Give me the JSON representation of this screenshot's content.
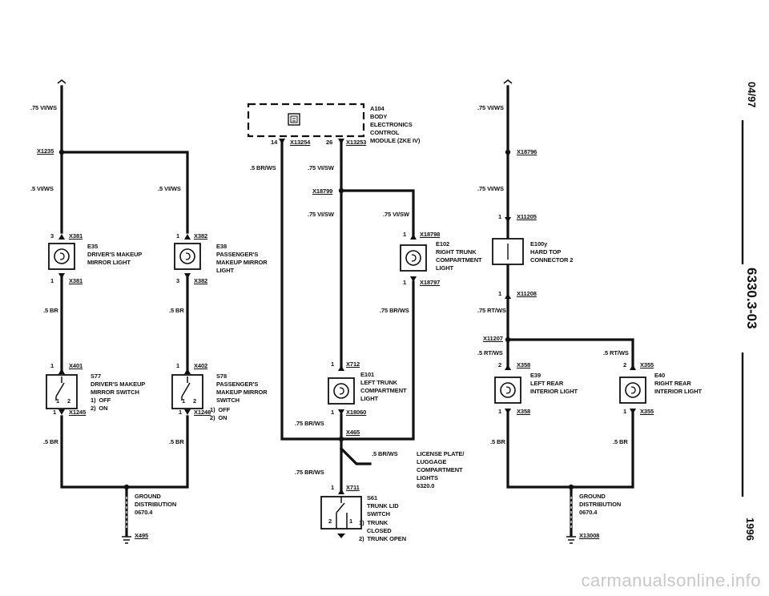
{
  "side": {
    "date": "04/97",
    "page": "6330.3-03",
    "year": "1996"
  },
  "watermark": "carmanualsonline.info",
  "zke": {
    "id": "A104",
    "name": "BODY\nELECTRONICS\nCONTROL\nMODULE (ZKE IV)",
    "pin14": "14",
    "conn14": "X13254",
    "pin26": "26",
    "conn26": "X13253",
    "wire14": ".5 BR/WS",
    "wire26": ".75 VI/SW"
  },
  "left": {
    "w1": ".75 VI/WS",
    "splice": "X1235",
    "w2a": ".5 VI/WS",
    "w2b": ".5 VI/WS",
    "e35": {
      "pin_top": "3",
      "conn_top": "X381",
      "id": "E35",
      "name": "DRIVER'S MAKEUP\nMIRROR LIGHT",
      "pin_bot": "1",
      "conn_bot": "X381"
    },
    "e38": {
      "pin_top": "1",
      "conn_top": "X382",
      "id": "E38",
      "name": "PASSENGER'S\nMAKEUP MIRROR\nLIGHT",
      "pin_bot": "3",
      "conn_bot": "X382"
    },
    "w3a": ".5 BR",
    "w3b": ".5 BR",
    "s77": {
      "pin_top": "1",
      "conn_top": "X401",
      "id": "S77",
      "name": "DRIVER'S MAKEUP\nMIRROR SWITCH",
      "states": "1)  OFF\n2)  ON",
      "p1": "1",
      "p2": "2",
      "pin_bot": "1",
      "conn_bot": "X1245"
    },
    "s78": {
      "pin_top": "1",
      "conn_top": "X402",
      "id": "S78",
      "name": "PASSENGER'S\nMAKEUP MIRROR\nSWITCH",
      "states": "1)  OFF\n2)  ON",
      "p1": "1",
      "p2": "2",
      "pin_bot": "1",
      "conn_bot": "X1246"
    },
    "w4a": ".5 BR",
    "w4b": ".5 BR",
    "ground": "GROUND\nDISTRIBUTION\n0670.4",
    "ground_conn": "X495"
  },
  "mid": {
    "splice": "X18799",
    "w1": ".75 VI/SW",
    "w2": ".75 VI/SW",
    "e102": {
      "pin_top": "1",
      "conn_top": "X18798",
      "id": "E102",
      "name": "RIGHT TRUNK\nCOMPARTMENT\nLIGHT",
      "pin_bot": "1",
      "conn_bot": "X18797"
    },
    "w3": ".75 BR/WS",
    "e101": {
      "pin_top": "1",
      "conn_top": "X712",
      "id": "E101",
      "name": "LEFT TRUNK\nCOMPARTMENT\nLIGHT",
      "pin_bot": "1",
      "conn_bot": "X18060"
    },
    "w4": ".75 BR/WS",
    "splice2": "X465",
    "w5": ".5 BR/WS",
    "lic": "LICENSE PLATE/\nLUGGAGE\nCOMPARTMENT\nLIGHTS\n6320.0",
    "w6": ".75 BR/WS",
    "s61": {
      "pin_top": "1",
      "conn_top": "X711",
      "id": "S61",
      "name": "TRUNK LID\nSWITCH",
      "states": "1)  TRUNK\n     CLOSED\n2)  TRUNK OPEN",
      "p1": "2",
      "p2": "1"
    }
  },
  "right": {
    "w1": ".75 VI/WS",
    "conn1": "X18796",
    "w2": ".75 VI/WS",
    "e100": {
      "pin_top": "1",
      "conn_top": "X11205",
      "id": "E100y",
      "name": "HARD TOP\nCONNECTOR 2",
      "pin_bot": "1",
      "conn_bot": "X11208"
    },
    "w3": ".75 RT/WS",
    "splice": "X11207",
    "w4a": ".5 RT/WS",
    "w4b": ".5 RT/WS",
    "e39": {
      "pin_top": "2",
      "conn_top": "X358",
      "id": "E39",
      "name": "LEFT REAR\nINTERIOR LIGHT",
      "pin_bot": "1",
      "conn_bot": "X358"
    },
    "e40": {
      "pin_top": "2",
      "conn_top": "X355",
      "id": "E40",
      "name": "RIGHT REAR\nINTERIOR LIGHT",
      "pin_bot": "1",
      "conn_bot": "X355"
    },
    "w5a": ".5 BR",
    "w5b": ".5 BR",
    "ground": "GROUND\nDISTRIBUTION\n0670.4",
    "ground_conn": "X13008"
  }
}
